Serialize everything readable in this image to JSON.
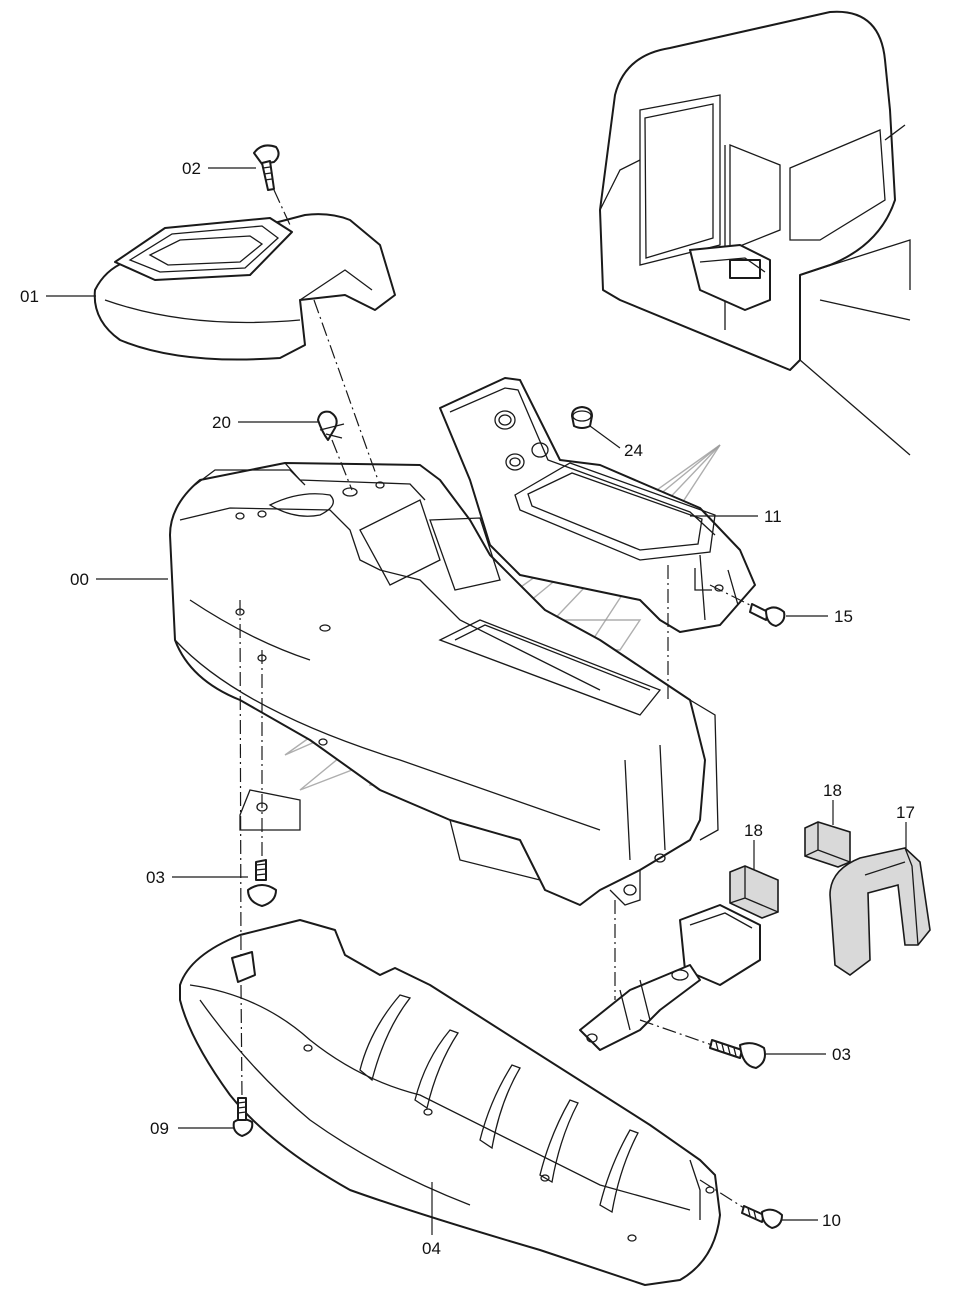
{
  "callouts": {
    "c00": "00",
    "c01": "01",
    "c02": "02",
    "c03a": "03",
    "c03b": "03",
    "c04": "04",
    "c09": "09",
    "c10": "10",
    "c11": "11",
    "c15": "15",
    "c17": "17",
    "c18a": "18",
    "c18b": "18",
    "c20": "20",
    "c24": "24"
  },
  "colors": {
    "line": "#1a1a1a",
    "foam": "#d9d9d9",
    "watermark": "#9a9a9a",
    "background": "#ffffff"
  }
}
